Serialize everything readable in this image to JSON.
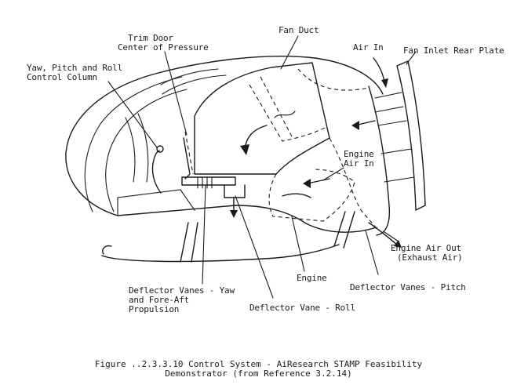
{
  "labels": {
    "trim_door_line1": "Trim Door",
    "trim_door_line2": "Center of Pressure",
    "control_column_line1": "Yaw, Pitch and Roll",
    "control_column_line2": "Control Column",
    "fan_duct": "Fan Duct",
    "air_in": "Air In",
    "fan_inlet_rear_plate": "Fan Inlet Rear Plate",
    "engine_air_in_line1": "Engine",
    "engine_air_in_line2": "Air In",
    "engine_air_out_line1": "Engine Air Out",
    "engine_air_out_line2": "(Exhaust Air)",
    "deflector_yaw_line1": "Deflector Vanes - Yaw",
    "deflector_yaw_line2": "and Fore-Aft",
    "deflector_yaw_line3": "Propulsion",
    "engine": "Engine",
    "deflector_pitch": "Deflector Vanes - Pitch",
    "deflector_roll": "Deflector Vane - Roll"
  },
  "caption": {
    "line1": "Figure ..2.3.3.10  Control System - AiResearch STAMP Feasibility",
    "line2": "Demonstrator (from Reference 3.2.14)"
  }
}
